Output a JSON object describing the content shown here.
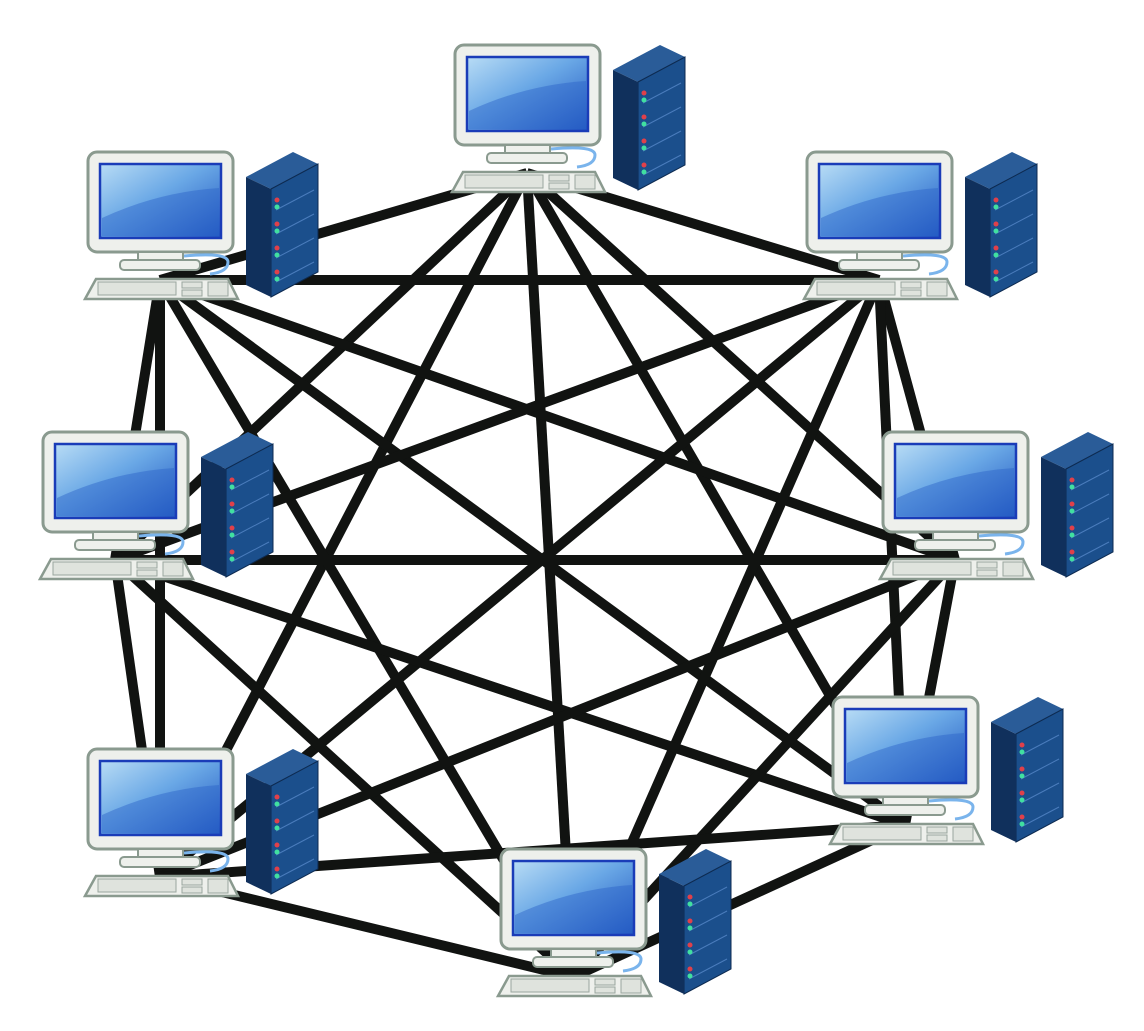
{
  "diagram": {
    "topology": "full-mesh",
    "nodes": [
      {
        "id": "top"
      },
      {
        "id": "top-left"
      },
      {
        "id": "top-right"
      },
      {
        "id": "left"
      },
      {
        "id": "right"
      },
      {
        "id": "bottom-right"
      },
      {
        "id": "bottom-left"
      },
      {
        "id": "bottom"
      }
    ],
    "node_type": "workstation-with-server",
    "colors": {
      "link": "#111311",
      "monitor_frame": "#eef0ec",
      "monitor_outline": "#8a9a8f",
      "screen_border": "#1a3cb8",
      "screen_light": "#9cc8ef",
      "screen_dark": "#2060c8",
      "server_front": "#10305c",
      "server_side": "#1b4f8c",
      "led_red": "#e0404a",
      "led_green": "#40e0a0",
      "cable": "#7ab4ec"
    }
  }
}
